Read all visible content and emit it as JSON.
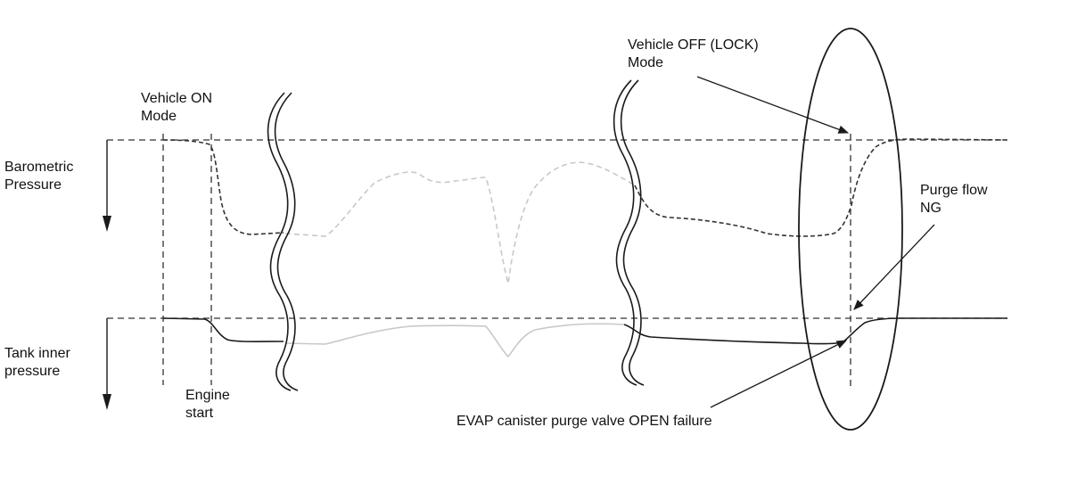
{
  "labels": {
    "vehicle_on": [
      "Vehicle ON",
      "Mode"
    ],
    "vehicle_off": [
      "Vehicle OFF (LOCK)",
      "Mode"
    ],
    "barometric": [
      "Barometric",
      "Pressure"
    ],
    "tank": [
      "Tank inner",
      "pressure"
    ],
    "engine_start": [
      "Engine",
      "start"
    ],
    "purge_flow": [
      "Purge flow",
      "NG"
    ],
    "evap_failure": "EVAP canister purge valve OPEN failure"
  },
  "colors": {
    "line": "#1a1a1a",
    "dashed_line": "#333333",
    "faded_line": "#c8c8c8",
    "ellipse": "#1a1a1a"
  }
}
